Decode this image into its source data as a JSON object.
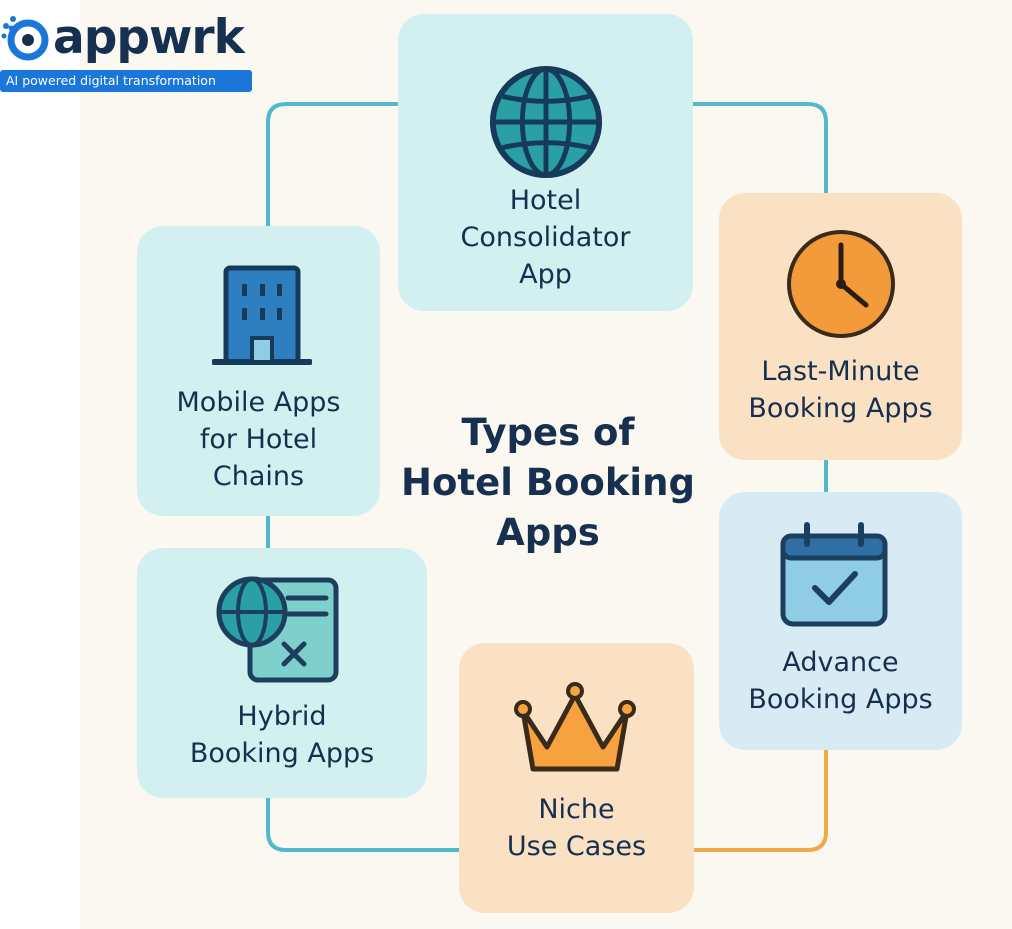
{
  "brand": {
    "name": "appwrk",
    "tagline": "AI powered digital transformation",
    "accent_color": "#1a76d9",
    "logo_icon": "appwrk-logo-mark-icon"
  },
  "title": "Types of\nHotel Booking\nApps",
  "colors": {
    "teal_card": "#d3f0f1",
    "peach_card": "#fbe1c3",
    "blue_card": "#d8ebf5",
    "teal_line": "#52b9cc",
    "orange_line": "#f0a848",
    "text": "#15304f"
  },
  "cards": [
    {
      "label": "Hotel\nConsolidator\nApp",
      "icon": "globe-icon"
    },
    {
      "label": "Last-Minute\nBooking Apps",
      "icon": "clock-icon"
    },
    {
      "label": "Advance\nBooking Apps",
      "icon": "calendar-check-icon"
    },
    {
      "label": "Niche\nUse Cases",
      "icon": "crown-icon"
    },
    {
      "label": "Hybrid\nBooking Apps",
      "icon": "globe-document-icon"
    },
    {
      "label": "Mobile Apps\nfor Hotel\nChains",
      "icon": "hotel-building-icon"
    }
  ]
}
